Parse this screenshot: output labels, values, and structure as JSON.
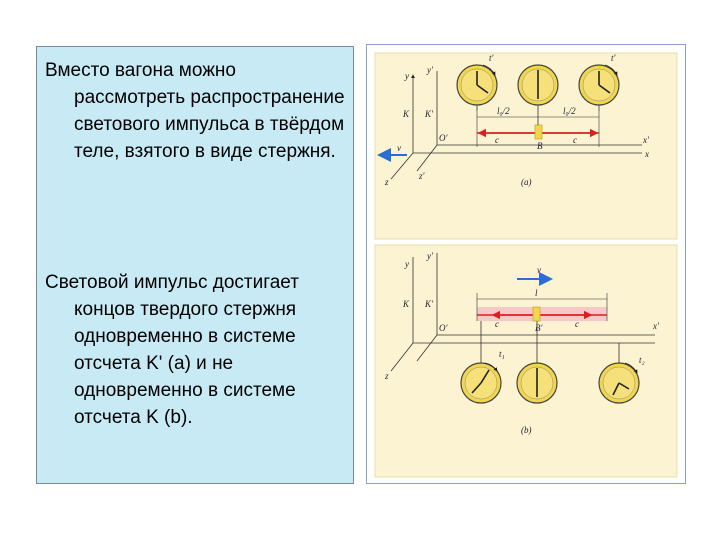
{
  "text": {
    "paragraph1": "Вместо вагона можно рассмотреть распространение светового импульса в твёрдом теле, взятого в виде стержня.",
    "paragraph2": "Световой импульс достигает концов твердого стержня одновременно в системе отсчета K' (a) и не одновременно в системе отсчета K (b)."
  },
  "figure": {
    "panel_a": {
      "caption": "(a)",
      "axis_y": "y",
      "axis_y_prime": "y'",
      "axis_x": "x",
      "axis_x_prime": "x'",
      "axis_z": "z",
      "axis_z_prime": "z'",
      "frame_K": "K",
      "frame_K_prime": "K'",
      "origin": "O'",
      "velocity": "v",
      "half_length_left": "l₀/2",
      "half_length_right": "l₀/2",
      "speed_left": "c",
      "speed_right": "c",
      "midpoint": "B",
      "time_left": "t'",
      "time_right": "t'"
    },
    "panel_b": {
      "caption": "(b)",
      "axis_y": "y",
      "axis_y_prime": "y'",
      "axis_x_prime": "x'",
      "axis_z": "z",
      "frame_K": "K",
      "frame_K_prime": "K'",
      "origin": "O'",
      "velocity": "v",
      "length": "l",
      "speed_left": "c",
      "speed_right": "c",
      "midpoint": "B'",
      "time_left": "t₁",
      "time_right": "t₂"
    },
    "colors": {
      "panel_background": "#fbf3d2",
      "clock_face": "#f2d64c",
      "light_ray": "#d92020",
      "velocity_arrow": "#2a6fd0",
      "rod_highlight": "#f6c8c8",
      "center_marker": "#f2d64c"
    }
  }
}
